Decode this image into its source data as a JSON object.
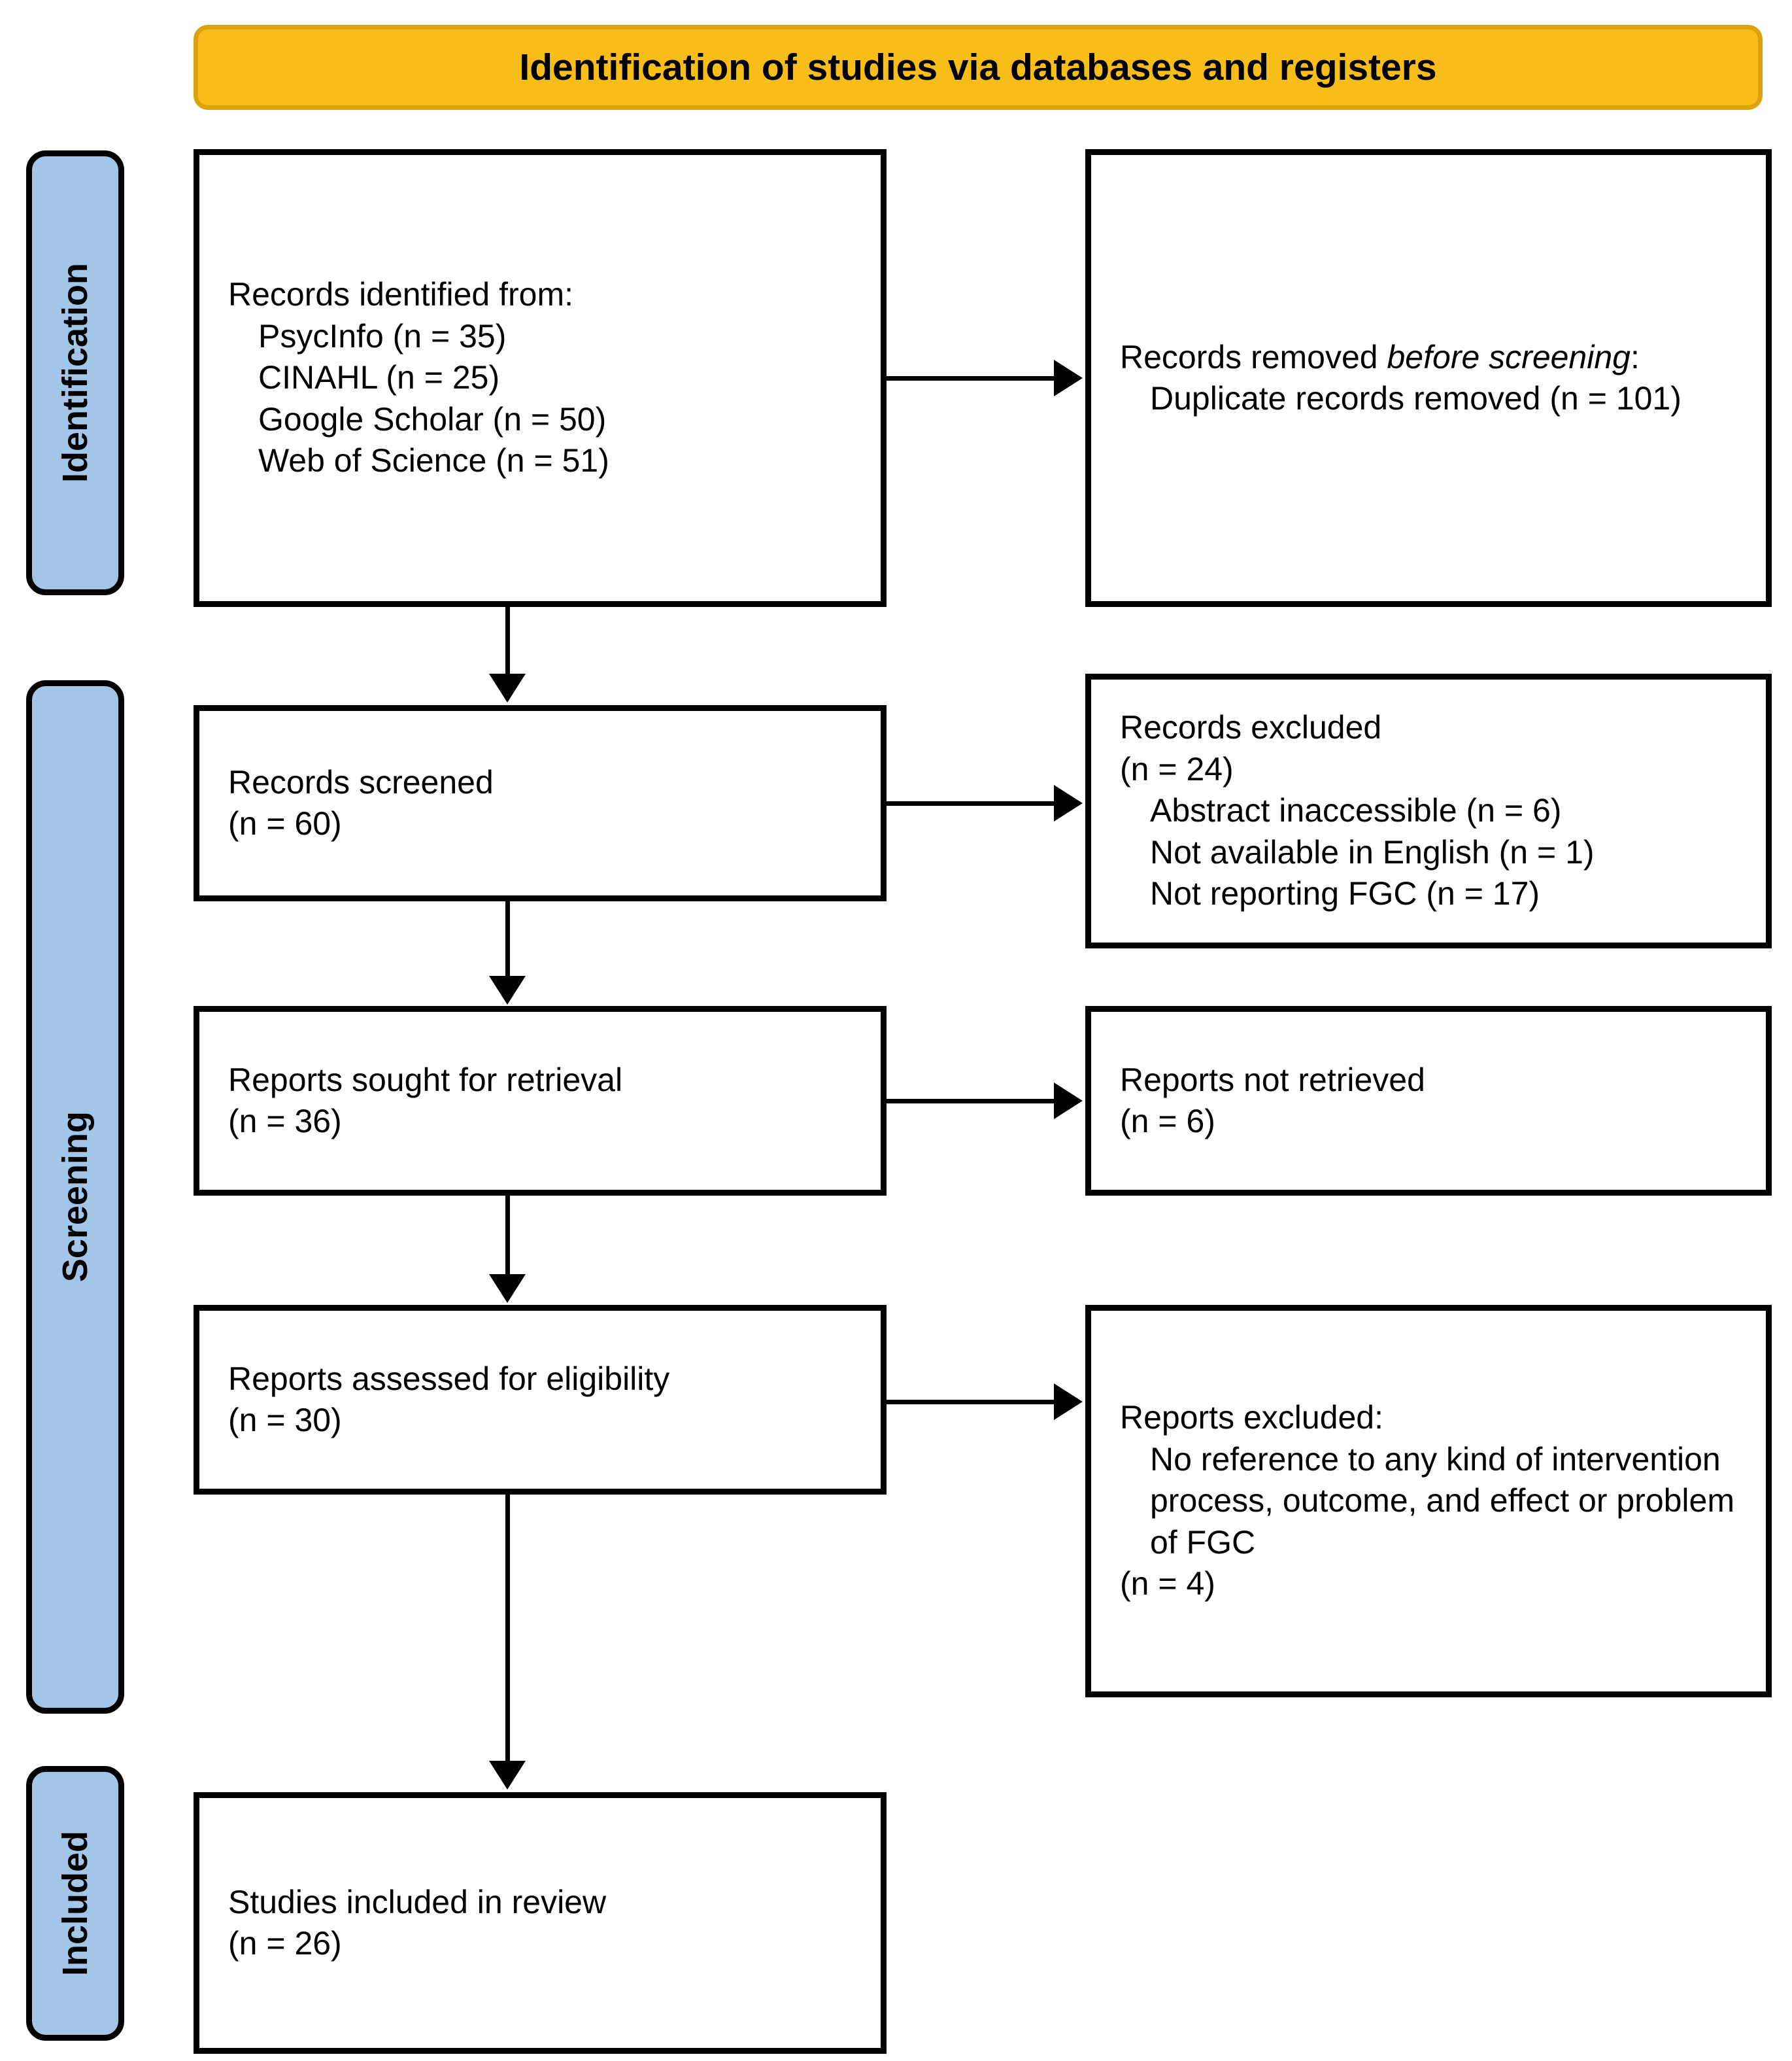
{
  "banner": {
    "title": "Identification of studies via databases and registers"
  },
  "colors": {
    "banner_fill": "#F7BE1A",
    "banner_border": "#D9A410",
    "stage_fill": "#A3C6E8",
    "stroke": "#000000",
    "box_fill": "#FFFFFF"
  },
  "stages": [
    {
      "id": "identification",
      "label": "Identification"
    },
    {
      "id": "screening",
      "label": "Screening"
    },
    {
      "id": "included",
      "label": "Included"
    }
  ],
  "boxes": {
    "records_identified": {
      "title": "Records identified from:",
      "items": [
        "PsycInfo (n = 35)",
        "CINAHL (n = 25)",
        "Google Scholar (n = 50)",
        "Web of Science (n = 51)"
      ]
    },
    "records_removed": {
      "title_pre": "Records removed ",
      "title_italic": "before screening",
      "title_post": ":",
      "items": [
        "Duplicate records removed (n = 101)"
      ]
    },
    "records_screened": {
      "title": "Records screened",
      "count": "(n = 60)"
    },
    "records_excluded": {
      "title": "Records excluded",
      "count": "(n = 24)",
      "items": [
        "Abstract inaccessible (n = 6)",
        "Not available in English (n = 1)",
        "Not reporting FGC (n = 17)"
      ]
    },
    "reports_sought": {
      "title": "Reports sought for retrieval",
      "count": "(n = 36)"
    },
    "reports_not_retrieved": {
      "title": "Reports not retrieved",
      "count": "(n = 6)"
    },
    "reports_assessed": {
      "title": "Reports assessed for eligibility",
      "count": "(n = 30)"
    },
    "reports_excluded": {
      "title": "Reports excluded:",
      "reason": "No reference to any kind of intervention process, outcome, and effect or problem of FGC",
      "count": "(n = 4)"
    },
    "studies_included": {
      "title": "Studies included in review",
      "count": "(n = 26)"
    }
  }
}
